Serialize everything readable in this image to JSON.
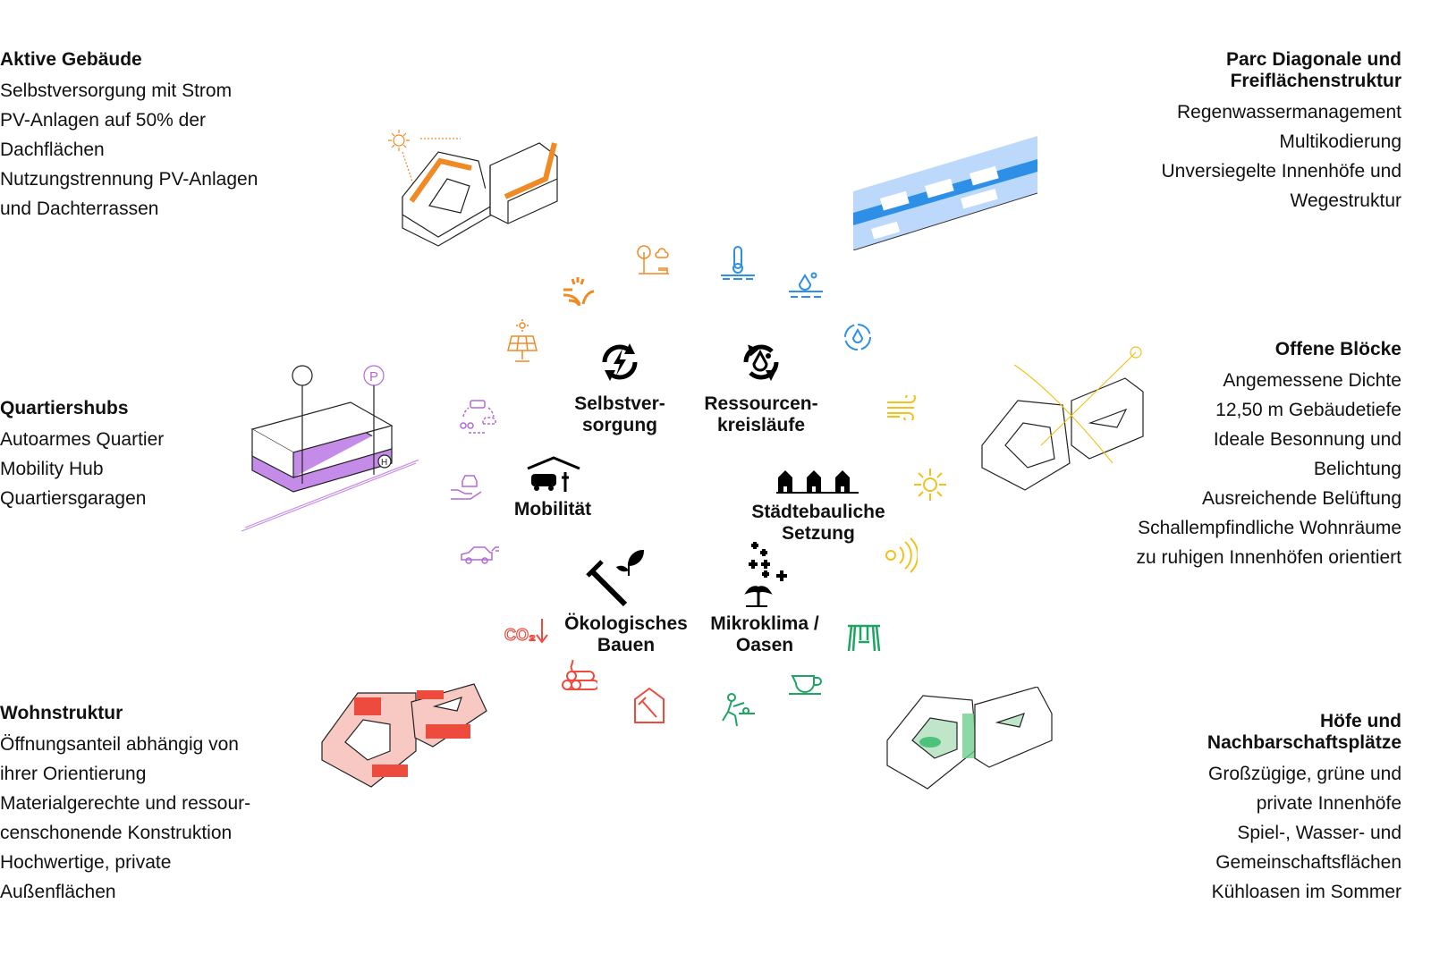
{
  "blocks": {
    "aktive": {
      "title": "Aktive Gebäude",
      "lines": [
        "Selbstversorgung mit Strom",
        "PV-Anlagen auf 50% der",
        "Dachflächen",
        "Nutzungstrennung PV-Anlagen",
        "und Dachterrassen"
      ]
    },
    "parc": {
      "title": [
        "Parc Diagonale und",
        "Freiflächenstruktur"
      ],
      "lines": [
        "Regenwassermanagement",
        "Multikodierung",
        "Unversiegelte Innenhöfe und",
        "Wegestruktur"
      ]
    },
    "hubs": {
      "title": "Quartiershubs",
      "lines": [
        "Autoarmes Quartier",
        "Mobility Hub",
        "Quartiersgaragen"
      ]
    },
    "offene": {
      "title": "Offene Blöcke",
      "lines": [
        "Angemessene Dichte",
        "12,50 m Gebäudetiefe",
        "Ideale Besonnung und",
        "Belichtung",
        "Ausreichende Belüftung",
        "Schallempfindliche Wohnräume",
        "zu ruhigen Innenhöfen orientiert"
      ]
    },
    "wohn": {
      "title": "Wohnstruktur",
      "lines": [
        "Öffnungsanteil abhängig von",
        "ihrer Orientierung",
        "Materialgerechte und ressour-",
        "censchonende Konstruktion",
        "Hochwertige, private",
        "Außenflächen"
      ]
    },
    "hoefe": {
      "title": [
        "Höfe und",
        "Nachbarschaftsplätze"
      ],
      "lines": [
        "Großzügige, grüne und",
        "private Innenhöfe",
        "Spiel-, Wasser- und",
        "Gemeinschaftsflächen",
        "Kühloasen im Sommer"
      ]
    }
  },
  "center": {
    "selbst": [
      "Selbstver-",
      "sorgung"
    ],
    "ress": [
      "Ressourcen-",
      "kreisläufe"
    ],
    "mob": [
      "Mobilität"
    ],
    "stadt": [
      "Städtebauliche",
      "Setzung"
    ],
    "oeko": [
      "Ökologisches",
      "Bauen"
    ],
    "mikro": [
      "Mikroklima /",
      "Oasen"
    ]
  },
  "icon_labels": {
    "co2": "CO₂",
    "hub_p": "P",
    "hub_h": "H"
  },
  "colors": {
    "orange": "#f08a24",
    "blue": "#2e8fe6",
    "yellow": "#f2c21b",
    "purple": "#b16ad8",
    "red": "#ee4b3f",
    "green": "#1fa463",
    "lightblue": "#bcd9fb"
  }
}
